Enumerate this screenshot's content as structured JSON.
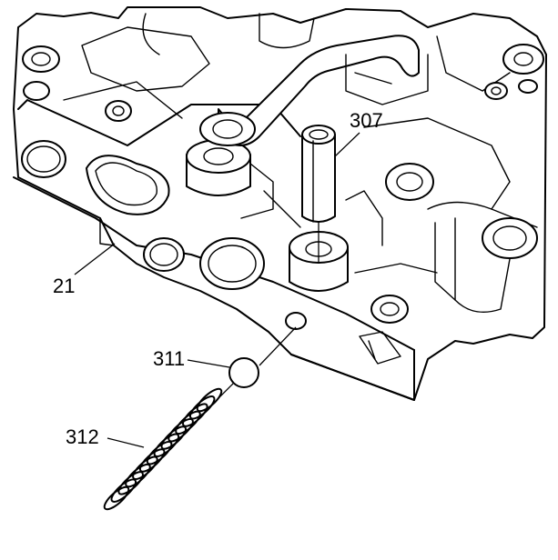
{
  "callouts": {
    "valve_body": "21",
    "sleeve_pin": "307",
    "check_ball": "311",
    "spring": "312"
  }
}
